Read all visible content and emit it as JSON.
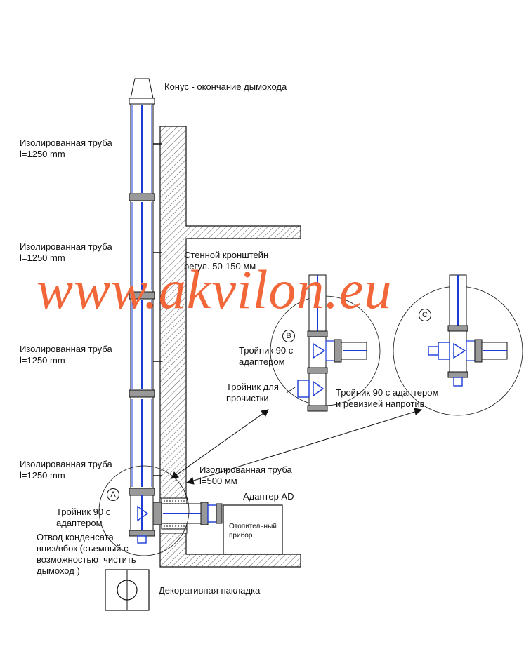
{
  "labels": {
    "cone": "Конус - окончание дымохода",
    "pipe_1": "Изолированная труба\nl=1250 mm",
    "pipe_2": "Изолированная труба\nl=1250 mm",
    "pipe_3": "Изолированная труба\nl=1250 mm",
    "pipe_4": "Изолированная труба\nl=1250 mm",
    "wall_bracket": "Стенной кронштейн\nрегул. 50-150 мм",
    "tee_b": "Тройник 90 с\nадаптером",
    "cleaning_tee": "Тройник для\nпрочистки",
    "tee_revision": "Тройник 90 с адаптером\nи ревизией напротив",
    "pipe_500": "Изолированная труба\nl=500 мм",
    "adapter_ad": "Адаптер AD",
    "tee_a": "Тройник 90 с\nадаптером",
    "condensate": "Отвод конденсата\nвниз/вбок (съемный с\nвозможностью  чистить\nдымоход )",
    "heater": "Отопительный\nприбор",
    "decorative": "Декоративная накладка"
  },
  "markers": {
    "a": "A",
    "b": "B",
    "c": "C"
  },
  "watermark": "www.akvilon.eu",
  "colors": {
    "watermark": "#f2673a",
    "pipe_accent": "#1a3bd8",
    "line": "#111111"
  }
}
